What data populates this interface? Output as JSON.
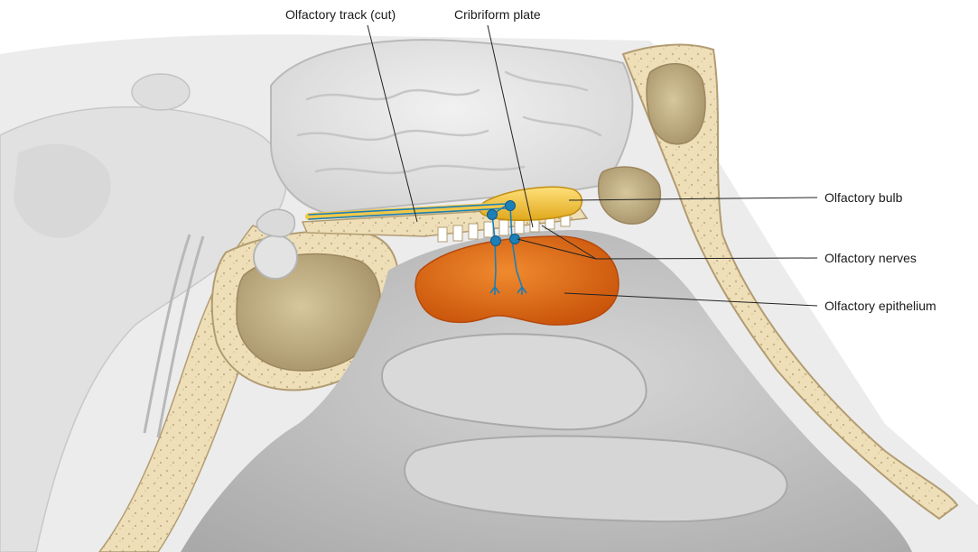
{
  "labels": {
    "olfactory_track": "Olfactory track (cut)",
    "cribriform_plate": "Cribriform plate",
    "olfactory_bulb": "Olfactory bulb",
    "olfactory_nerves": "Olfactory nerves",
    "olfactory_epithelium": "Olfactory epithelium"
  },
  "colors": {
    "bone": "#ecdcb4",
    "bone_speckle": "#c9b38a",
    "sinus": "#c9b88e",
    "soft_tissue": "#dcdcdc",
    "brain": "#e6e6e6",
    "nasal_cavity": "#bfbfbf",
    "olfactory_bulb": "#f2c12e",
    "olfactory_epithelium": "#e06a12",
    "nerve": "#1c7fb8",
    "leader_line": "#222222"
  }
}
